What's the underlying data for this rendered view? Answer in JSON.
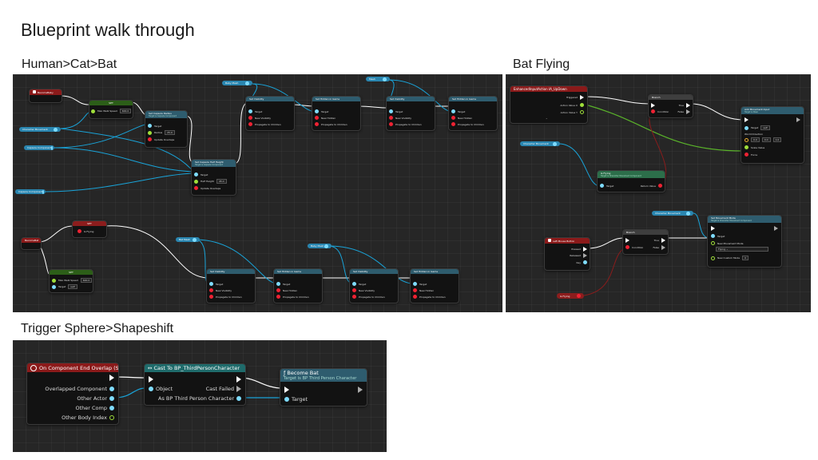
{
  "page": {
    "title": "Blueprint walk through",
    "panels": {
      "human": "Human>Cat>Bat",
      "bat": "Bat Flying",
      "trigger": "Trigger Sphere>Shapeshift"
    }
  },
  "colors": {
    "panel_bg": "#262626",
    "event_header": "#8b1a1a",
    "function_header": "#2e5c6e",
    "cast_header": "#1f6b6b",
    "set_header": "#2c5e18",
    "exec_wire": "#ffffff",
    "object_wire": "#19a3d8",
    "vector_wire": "#5ab32a",
    "bool_wire": "#8a1c1c",
    "object_var": "#2a86b0",
    "bool_var": "#8c1d1d"
  },
  "trigger_graph": {
    "event_node": {
      "title": "On Component End Overlap (Sphere)",
      "pins": [
        "Overlapped Component",
        "Other Actor",
        "Other Comp",
        "Other Body Index"
      ]
    },
    "cast_node": {
      "title": "Cast To BP_ThirdPersonCharacter",
      "pins_in": [
        "Object"
      ],
      "pins_out": [
        "Cast Failed",
        "As BP Third Person Character"
      ]
    },
    "become_node": {
      "title": "Become Bat",
      "subtitle": "Target is BP Third Person Character",
      "pins_in": [
        "Target"
      ]
    }
  },
  "bat_graph": {
    "input_event": {
      "title": "EnhancedInputAction IA_UpDown",
      "pins": [
        "Triggered",
        "Action Value X",
        "Action Value Y"
      ]
    },
    "branch_top": {
      "title": "Branch",
      "condition": "Condition",
      "true": "True",
      "false": "False"
    },
    "add_movement": {
      "title": "Add Movement Input",
      "subtitle": "Target is Pawn",
      "target": "Target",
      "target_value": "self",
      "world_direction": "World Direction",
      "x": "0.0",
      "y": "0.0",
      "z": "1.0",
      "scale": "Scale Value",
      "force": "Force"
    },
    "char_movement_var": "Character Movement",
    "is_flying_func": {
      "title": "Is Flying",
      "subtitle": "Target is Character Movement Component",
      "target": "Target",
      "ret": "Return Value"
    },
    "char_movement_var2": "Character Movement",
    "set_movement_mode": {
      "title": "Set Movement Mode",
      "subtitle": "Target is Character Movement Component",
      "target": "Target",
      "new_mode": "New Movement Mode",
      "mode_value": "Flying",
      "custom": "New Custom Mode",
      "custom_value": "0"
    },
    "lmb_event": {
      "title": "Left Mouse Button",
      "pins": [
        "Pressed",
        "Released",
        "Key"
      ]
    },
    "branch_bottom": {
      "title": "Branch",
      "condition": "Condition",
      "true": "True",
      "false": "False"
    },
    "is_flying_var": "Is Flying"
  },
  "human_graph": {
    "become_cat_event": "BecomeBaby",
    "become_bat_event": "BecomeBat",
    "set_speed": {
      "title": "SET",
      "pin": "Max Walk Speed",
      "value": "600.0"
    },
    "char_movement_var": "Character Movement",
    "capsule_var1": "Capsule Component",
    "capsule_var2": "Capsule Component",
    "set_radius": {
      "title": "Set Capsule Radius",
      "subtitle": "Target is Capsule Component",
      "target": "Target",
      "radius": "Radius",
      "radius_value": "25.0",
      "update": "Update Overlaps"
    },
    "set_half_height": {
      "title": "Set Capsule Half Height",
      "subtitle": "Target is Capsule Component",
      "target": "Target",
      "half": "Half Height",
      "half_value": "45.0",
      "update": "Update Overlaps"
    },
    "vis_nodes": [
      {
        "title": "Set Visibility",
        "var": "Baby Mesh"
      },
      {
        "title": "Set Hidden in Game"
      },
      {
        "title": "Set Visibility",
        "var": "Mesh"
      },
      {
        "title": "Set Hidden in Game"
      }
    ],
    "vis_nodes_bottom": [
      {
        "title": "Set Visibility",
        "var": "Bat Mesh"
      },
      {
        "title": "Set Hidden in Game"
      },
      {
        "title": "Set Visibility",
        "var": "Baby Mesh"
      },
      {
        "title": "Set Hidden in Game"
      }
    ],
    "vis_pins": [
      "Target",
      "New Visibility",
      "Propagate to Children"
    ],
    "hid_pins": [
      "Target",
      "New Hidden",
      "Propagate to Children"
    ],
    "set_flying": {
      "title": "SET",
      "pin": "Is Flying"
    },
    "set_speed2": {
      "title": "SET",
      "pin": "Max Walk Speed",
      "value": "600.0",
      "target": "Target",
      "target_value": "self"
    }
  }
}
